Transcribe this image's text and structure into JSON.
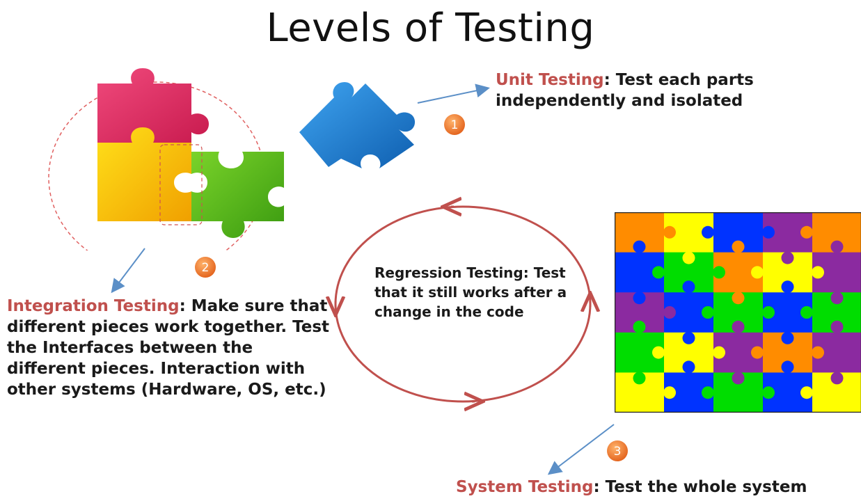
{
  "title": "Levels of Testing",
  "unit": {
    "badge": "1",
    "name": "Unit Testing",
    "description": ": Test each parts independently and isolated"
  },
  "integration": {
    "badge": "2",
    "name": "Integration Testing",
    "description": ": Make sure that different pieces work together. Test the Interfaces between the different pieces. Interaction with other systems (Hardware, OS, etc.)"
  },
  "regression": {
    "name": "Regression Testing",
    "description": ": Test that it still works after a change in the code"
  },
  "system": {
    "badge": "3",
    "name": "System Testing",
    "description": ": Test the whole system"
  },
  "colors": {
    "accent": "#c0504d",
    "arrow": "#5b8fc7",
    "badge": "#f07d2a",
    "puzzle_red": "#e0285f",
    "puzzle_yellow": "#f5c400",
    "puzzle_green": "#4caf1a",
    "puzzle_blue": "#1e7fd6",
    "grid_orange": "#ff8c00",
    "grid_yellow": "#ffff00",
    "grid_blue": "#0033ff",
    "grid_purple": "#8b2aa0",
    "grid_green": "#00dd00"
  }
}
